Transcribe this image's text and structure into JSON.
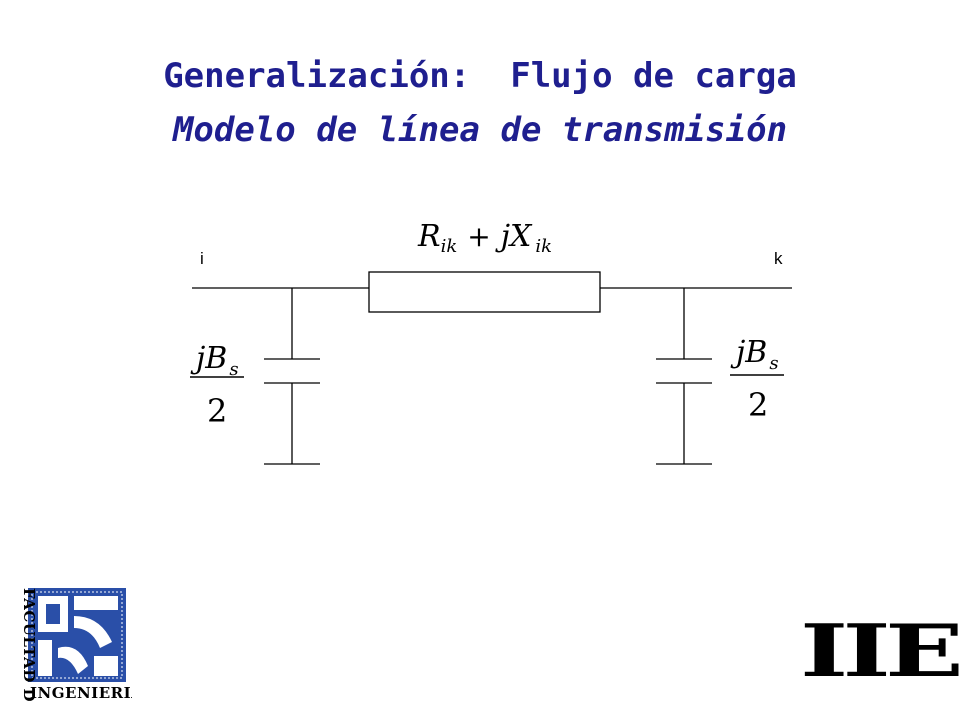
{
  "title": {
    "line1_part1": "Generalización:",
    "line1_part2": "Flujo de carga",
    "line2": "Modelo de línea de transmisión"
  },
  "diagram": {
    "series_impedance": {
      "R": "R",
      "R_sub": "ik",
      "plus": "+",
      "jX": "jX",
      "X_sub": "ik"
    },
    "node_from": "i",
    "node_to": "k",
    "shunt_left": {
      "numerator": "jB",
      "numerator_sub": "s",
      "denominator": "2"
    },
    "shunt_right": {
      "numerator": "jB",
      "numerator_sub": "s",
      "denominator": "2"
    }
  },
  "logos": {
    "faculty_vertical": "FACULTAD DE",
    "faculty_horizontal": "INGENIERIA",
    "institute": "IIE"
  },
  "colors": {
    "title": "#1f1f8f",
    "logo_blue": "#2a4fa8",
    "line": "#000000"
  }
}
